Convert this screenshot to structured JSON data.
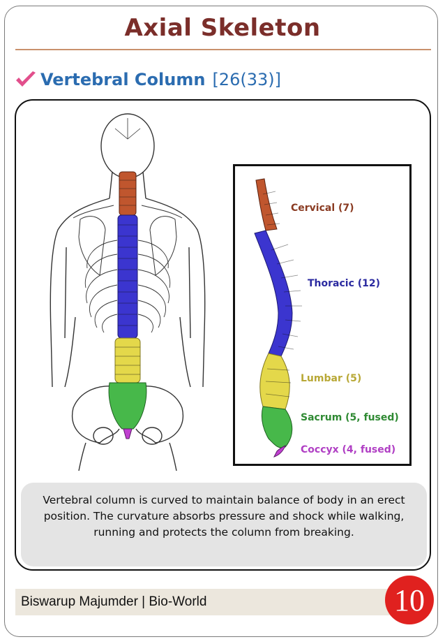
{
  "slide": {
    "title": "Axial Skeleton",
    "subtitle": "Vertebral Column",
    "subtitle_count": "[26(33)]"
  },
  "diagram": {
    "regions": [
      {
        "label": "Cervical (7)",
        "color": "#c0562e"
      },
      {
        "label": "Thoracic (12)",
        "color": "#3b35cf"
      },
      {
        "label": "Lumbar (5)",
        "color": "#e4d84a"
      },
      {
        "label": "Sacrum (5, fused)",
        "color": "#47b84a"
      },
      {
        "label": "Coccyx (4, fused)",
        "color": "#c03fd0"
      }
    ]
  },
  "note": {
    "text": "Vertebral column is curved to maintain balance of body in an erect position. The curvature absorbs pressure and shock while walking, running and protects the column from breaking."
  },
  "footer": {
    "author": "Biswarup Majumder | Bio-World",
    "page_number": "10"
  },
  "colors": {
    "title": "#7b2e2a",
    "subtitle": "#2b6cb0",
    "check": "#e24f8c",
    "badge": "#e0211f"
  }
}
